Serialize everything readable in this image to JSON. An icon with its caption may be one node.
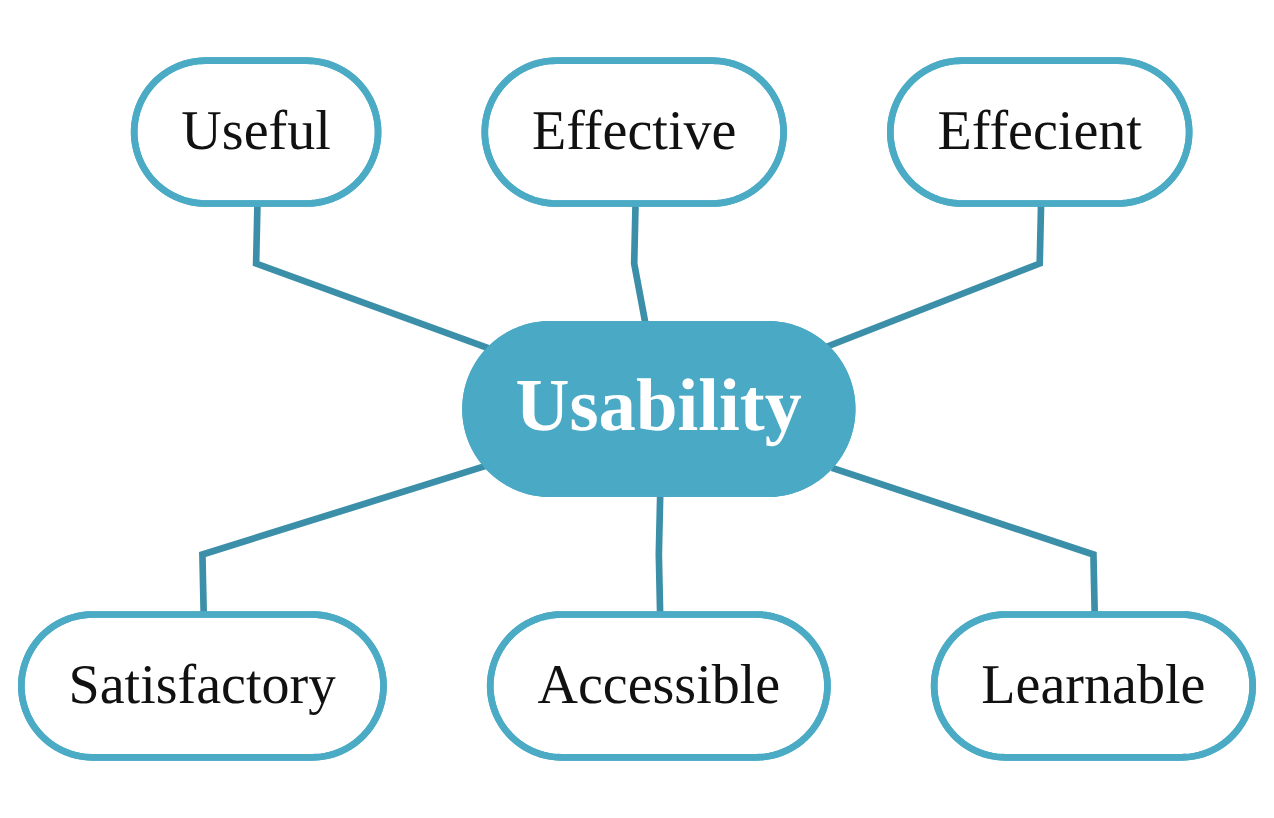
{
  "diagram": {
    "nodes": [
      {
        "text": [
          "Useful"
        ]
      },
      {
        "text": [
          "Effective"
        ]
      },
      {
        "text": [
          "Effecient"
        ]
      },
      {
        "text": [
          "Usability"
        ]
      },
      {
        "text": [
          "Satisfactory"
        ]
      },
      {
        "text": [
          "Accessible"
        ]
      },
      {
        "text": [
          "Learnable"
        ]
      }
    ],
    "edges": [
      {
        "from": 0,
        "to": 3,
        "arrow": "none"
      },
      {
        "from": 1,
        "to": 3,
        "arrow": "none"
      },
      {
        "from": 2,
        "to": 3,
        "arrow": "none"
      },
      {
        "from": 3,
        "to": 4,
        "arrow": "none"
      },
      {
        "from": 3,
        "to": 5,
        "arrow": "none"
      },
      {
        "from": 3,
        "to": 6,
        "arrow": "none"
      }
    ]
  }
}
